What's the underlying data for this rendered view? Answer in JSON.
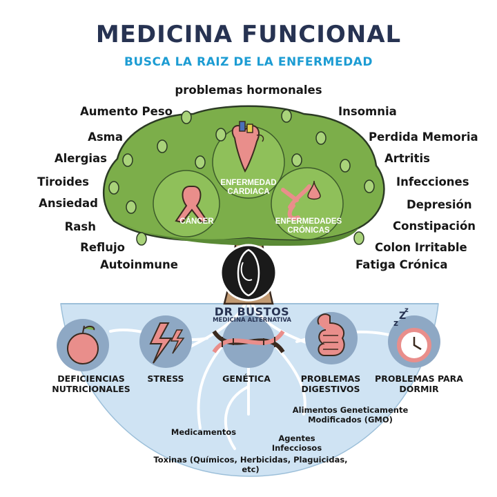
{
  "header": {
    "title": "MEDICINA FUNCIONAL",
    "subtitle": "BUSCA LA RAIZ DE LA ENFERMEDAD"
  },
  "symptoms": {
    "top": "problemas hormonales",
    "left": [
      "Aumento Peso",
      "Asma",
      "Alergias",
      "Tiroides",
      "Ansiedad",
      "Rash",
      "Reflujo",
      "Autoinmune"
    ],
    "right": [
      "Insomnia",
      "Perdida Memoria",
      "Artritis",
      "Infecciones",
      "Depresión",
      "Constipación",
      "Colon Irritable",
      "Fatiga Crónica"
    ]
  },
  "tree": {
    "heart": "ENFERMEDAD CARDIACA",
    "cancer": "CÁNCER",
    "chronic": "ENFERMEDADES CRÓNICAS"
  },
  "brand": {
    "name": "DR BUSTOS",
    "tagline": "MEDICINA ALTERNATIVA"
  },
  "roots": [
    {
      "label": "DEFICIENCIAS NUTRICIONALES",
      "icon": "apple-icon"
    },
    {
      "label": "STRESS",
      "icon": "lightning-icon"
    },
    {
      "label": "GENÉTICA",
      "icon": "dna-icon"
    },
    {
      "label": "PROBLEMAS DIGESTIVOS",
      "icon": "intestine-icon"
    },
    {
      "label": "PROBLEMAS PARA DORMIR",
      "icon": "alarm-clock-icon"
    }
  ],
  "causes": {
    "gmo": "Alimentos Geneticamente Modificados (GMO)",
    "meds": "Medicamentos",
    "infect": "Agentes Infecciosos",
    "toxins": "Toxinas (Químicos, Herbicidas, Plaguicidas, etc)"
  },
  "colors": {
    "navy": "#273352",
    "accent": "#1c9cd3",
    "canopy": "#7cae4a",
    "trunk": "#c29a72",
    "soil": "#cfe3f3",
    "ribbon": "#e98e8b"
  }
}
